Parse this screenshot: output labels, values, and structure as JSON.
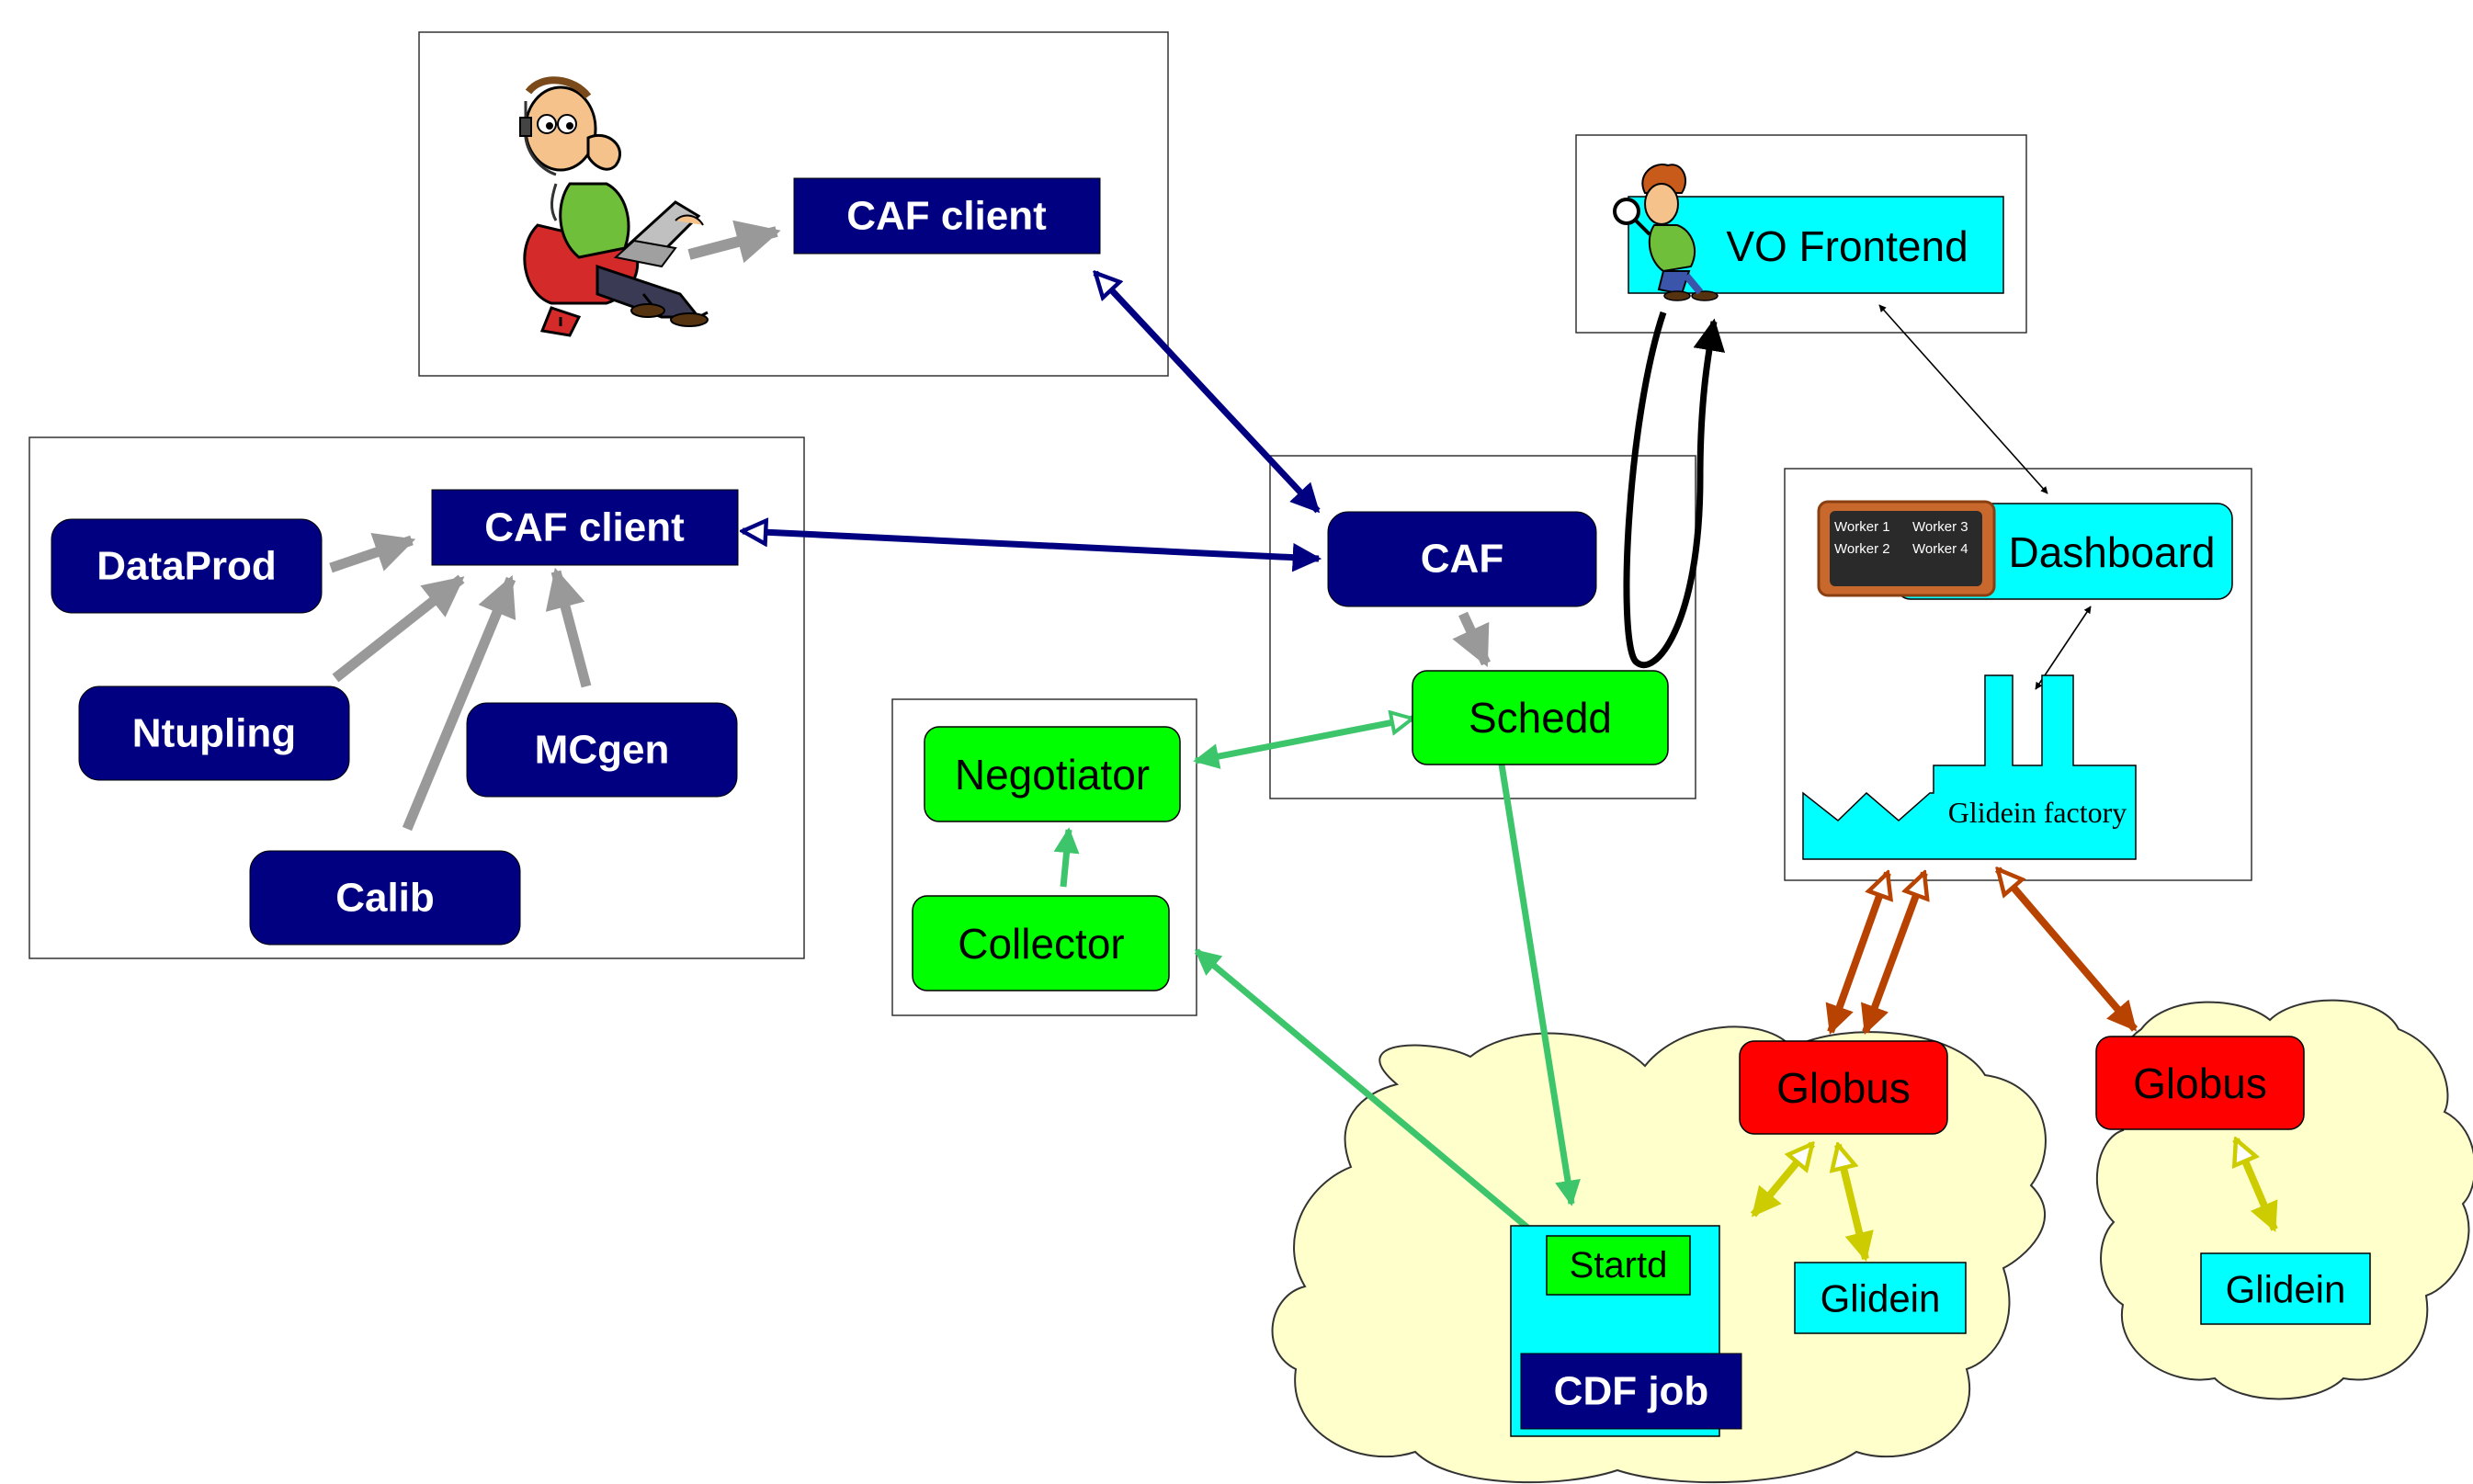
{
  "user_panel": {
    "caf_client": "CAF client"
  },
  "apps_panel": {
    "caf_client": "CAF client",
    "dataprod": "DataProd",
    "ntupling": "Ntupling",
    "mcgen": "MCgen",
    "calib": "Calib"
  },
  "caf_panel": {
    "caf": "CAF",
    "schedd": "Schedd"
  },
  "pool_panel": {
    "negotiator": "Negotiator",
    "collector": "Collector"
  },
  "vo_panel": {
    "vo_frontend": "VO Frontend"
  },
  "factory_panel": {
    "dashboard": "Dashboard",
    "glidein_factory": "Glidein factory",
    "monitor_workers": [
      "Worker 1",
      "Worker 3",
      "Worker 2",
      "Worker 4"
    ]
  },
  "grid_site_1": {
    "globus": "Globus",
    "glidein": "Glidein",
    "startd": "Startd",
    "cdf_job": "CDF job"
  },
  "grid_site_2": {
    "globus": "Globus",
    "glidein": "Glidein"
  },
  "colors": {
    "navy": "#000080",
    "green": "#00ff00",
    "cyan": "#00ffff",
    "red": "#ff0000",
    "cloud": "#ffffcc",
    "arrow_navy": "#000080",
    "arrow_green": "#3dc56c",
    "arrow_gray": "#999999",
    "arrow_brown": "#b84300",
    "arrow_yellow": "#cccc00"
  }
}
